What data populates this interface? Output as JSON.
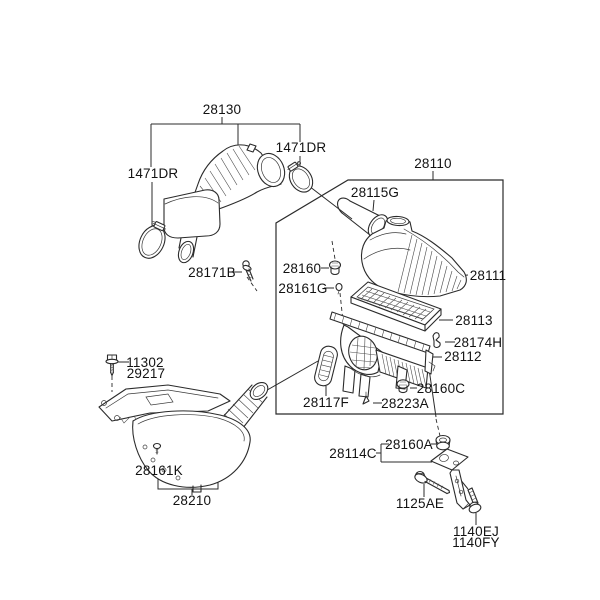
{
  "colors": {
    "background": "#ffffff",
    "line": "#2b2b2b",
    "text": "#121212"
  },
  "labels": {
    "hose_assembly": "28130",
    "clamp_left": "1471DR",
    "clamp_right": "1471DR",
    "air_cleaner_assembly": "28110",
    "duct": "28115G",
    "screw_hose": "28171B",
    "grommet_upper": "28160",
    "insulator": "28161G",
    "cover": "28111",
    "filter": "28113",
    "clip": "28174H",
    "body": "28112",
    "grommet_lower": "28160C",
    "pad": "28117F",
    "stud": "28223A",
    "bolt_upper_line1": "11302",
    "bolt_upper_line2": "29217",
    "screw_resonator": "28161K",
    "resonator": "28210",
    "bracket": "28114C",
    "grommet_bracket": "28160A",
    "bolt_bracket": "1125AE",
    "bolt_lower_line1": "1140EJ",
    "bolt_lower_line2": "1140FY"
  }
}
